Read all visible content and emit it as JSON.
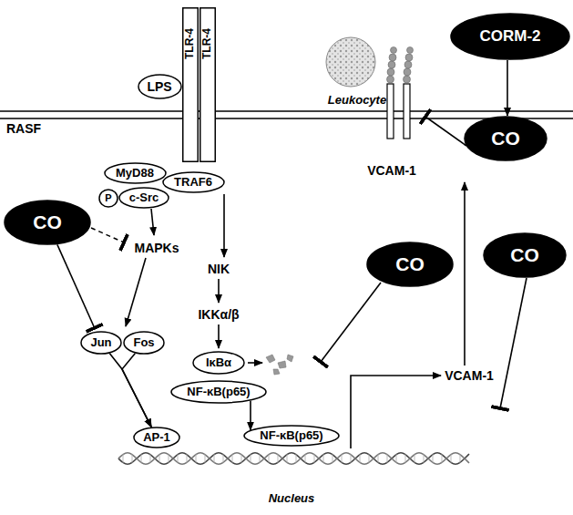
{
  "diagram": {
    "nodes": [
      {
        "text": [
          "LPS"
        ]
      },
      {
        "text": [
          "TLR-4"
        ]
      },
      {
        "text": [
          "TLR-4"
        ]
      },
      {
        "text": [
          "CORM-2"
        ]
      },
      {
        "text": [
          "CO"
        ]
      },
      {
        "text": [
          "MyD88"
        ]
      },
      {
        "text": [
          "TRAF6"
        ]
      },
      {
        "text": [
          "P"
        ]
      },
      {
        "text": [
          "c-Src"
        ]
      },
      {
        "text": [
          "CO"
        ]
      },
      {
        "text": [
          "Jun"
        ]
      },
      {
        "text": [
          "Fos"
        ]
      },
      {
        "text": [
          "CO"
        ]
      },
      {
        "text": [
          "CO"
        ]
      },
      {
        "text": [
          "IκBα"
        ]
      },
      {
        "text": [
          "NF-κB(p65)"
        ]
      },
      {
        "text": [
          "Nucleus"
        ]
      },
      {
        "text": [
          "AP-1"
        ],
        "in": 16
      },
      {
        "text": [
          "NF-κB(p65)"
        ],
        "in": 16
      }
    ],
    "edges": [
      {
        "from": 10,
        "to": 17,
        "arrow": "to"
      },
      {
        "from": 11,
        "to": 17,
        "arrow": "to"
      },
      {
        "from": 15,
        "to": 18,
        "arrow": "to"
      },
      {
        "from": 3,
        "to": 4,
        "arrow": "to"
      },
      {
        "from": 9,
        "to": 10,
        "arrow": "to"
      }
    ],
    "labels": [
      "RASF",
      "Leukocyte",
      "MAPKs",
      "NIK",
      "IKKα/β",
      "VCAM-1",
      "VCAM-1"
    ]
  }
}
